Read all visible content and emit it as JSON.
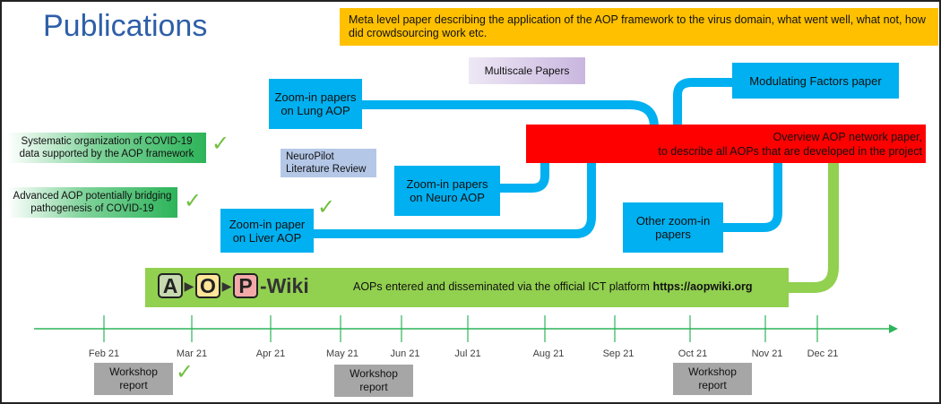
{
  "title": "Publications",
  "meta_paper": "Meta level paper describing the application of the AOP framework to the virus domain, what went well, what not, how did crowdsourcing work etc.",
  "multiscale_papers": "Multiscale Papers",
  "lung_box": "Zoom-in papers\non Lung AOP",
  "neuro_box": "Zoom-in papers\non Neuro AOP",
  "liver_box": "Zoom-in paper\non Liver AOP",
  "other_box": "Other zoom-in\npapers",
  "modulating_box": "Modulating Factors paper",
  "neuropilot_box": "NeuroPilot\nLiterature Review",
  "overview_box": "Overview AOP network paper,\nto describe all AOPs that are developed in the project",
  "green_box_1": "Systematic organization of COVID-19\ndata supported by the AOP framework",
  "green_box_2": "Advanced AOP potentially bridging\npathogenesis of COVID-19",
  "aopwiki": {
    "logo_a": "A",
    "logo_o": "O",
    "logo_p": "P",
    "logo_wiki": "-Wiki",
    "text_prefix": "AOPs entered and disseminated via the official ICT platform",
    "text_url": "https://aopwiki.org"
  },
  "timeline": {
    "months": [
      "Feb 21",
      "Mar 21",
      "Apr 21",
      "May 21",
      "Jun 21",
      "Jul 21",
      "Aug 21",
      "Sep 21",
      "Oct 21",
      "Nov 21",
      "Dec 21"
    ]
  },
  "workshops": [
    "Workshop\nreport",
    "Workshop\nreport",
    "Workshop\nreport"
  ],
  "check": "✓",
  "colors": {
    "title": "#2e5fa8",
    "meta": "#ffc000",
    "blue": "#00b0f0",
    "red": "#ff0000",
    "green": "#92d050",
    "timeline": "#2db45a",
    "workshop": "#a6a6a6"
  }
}
